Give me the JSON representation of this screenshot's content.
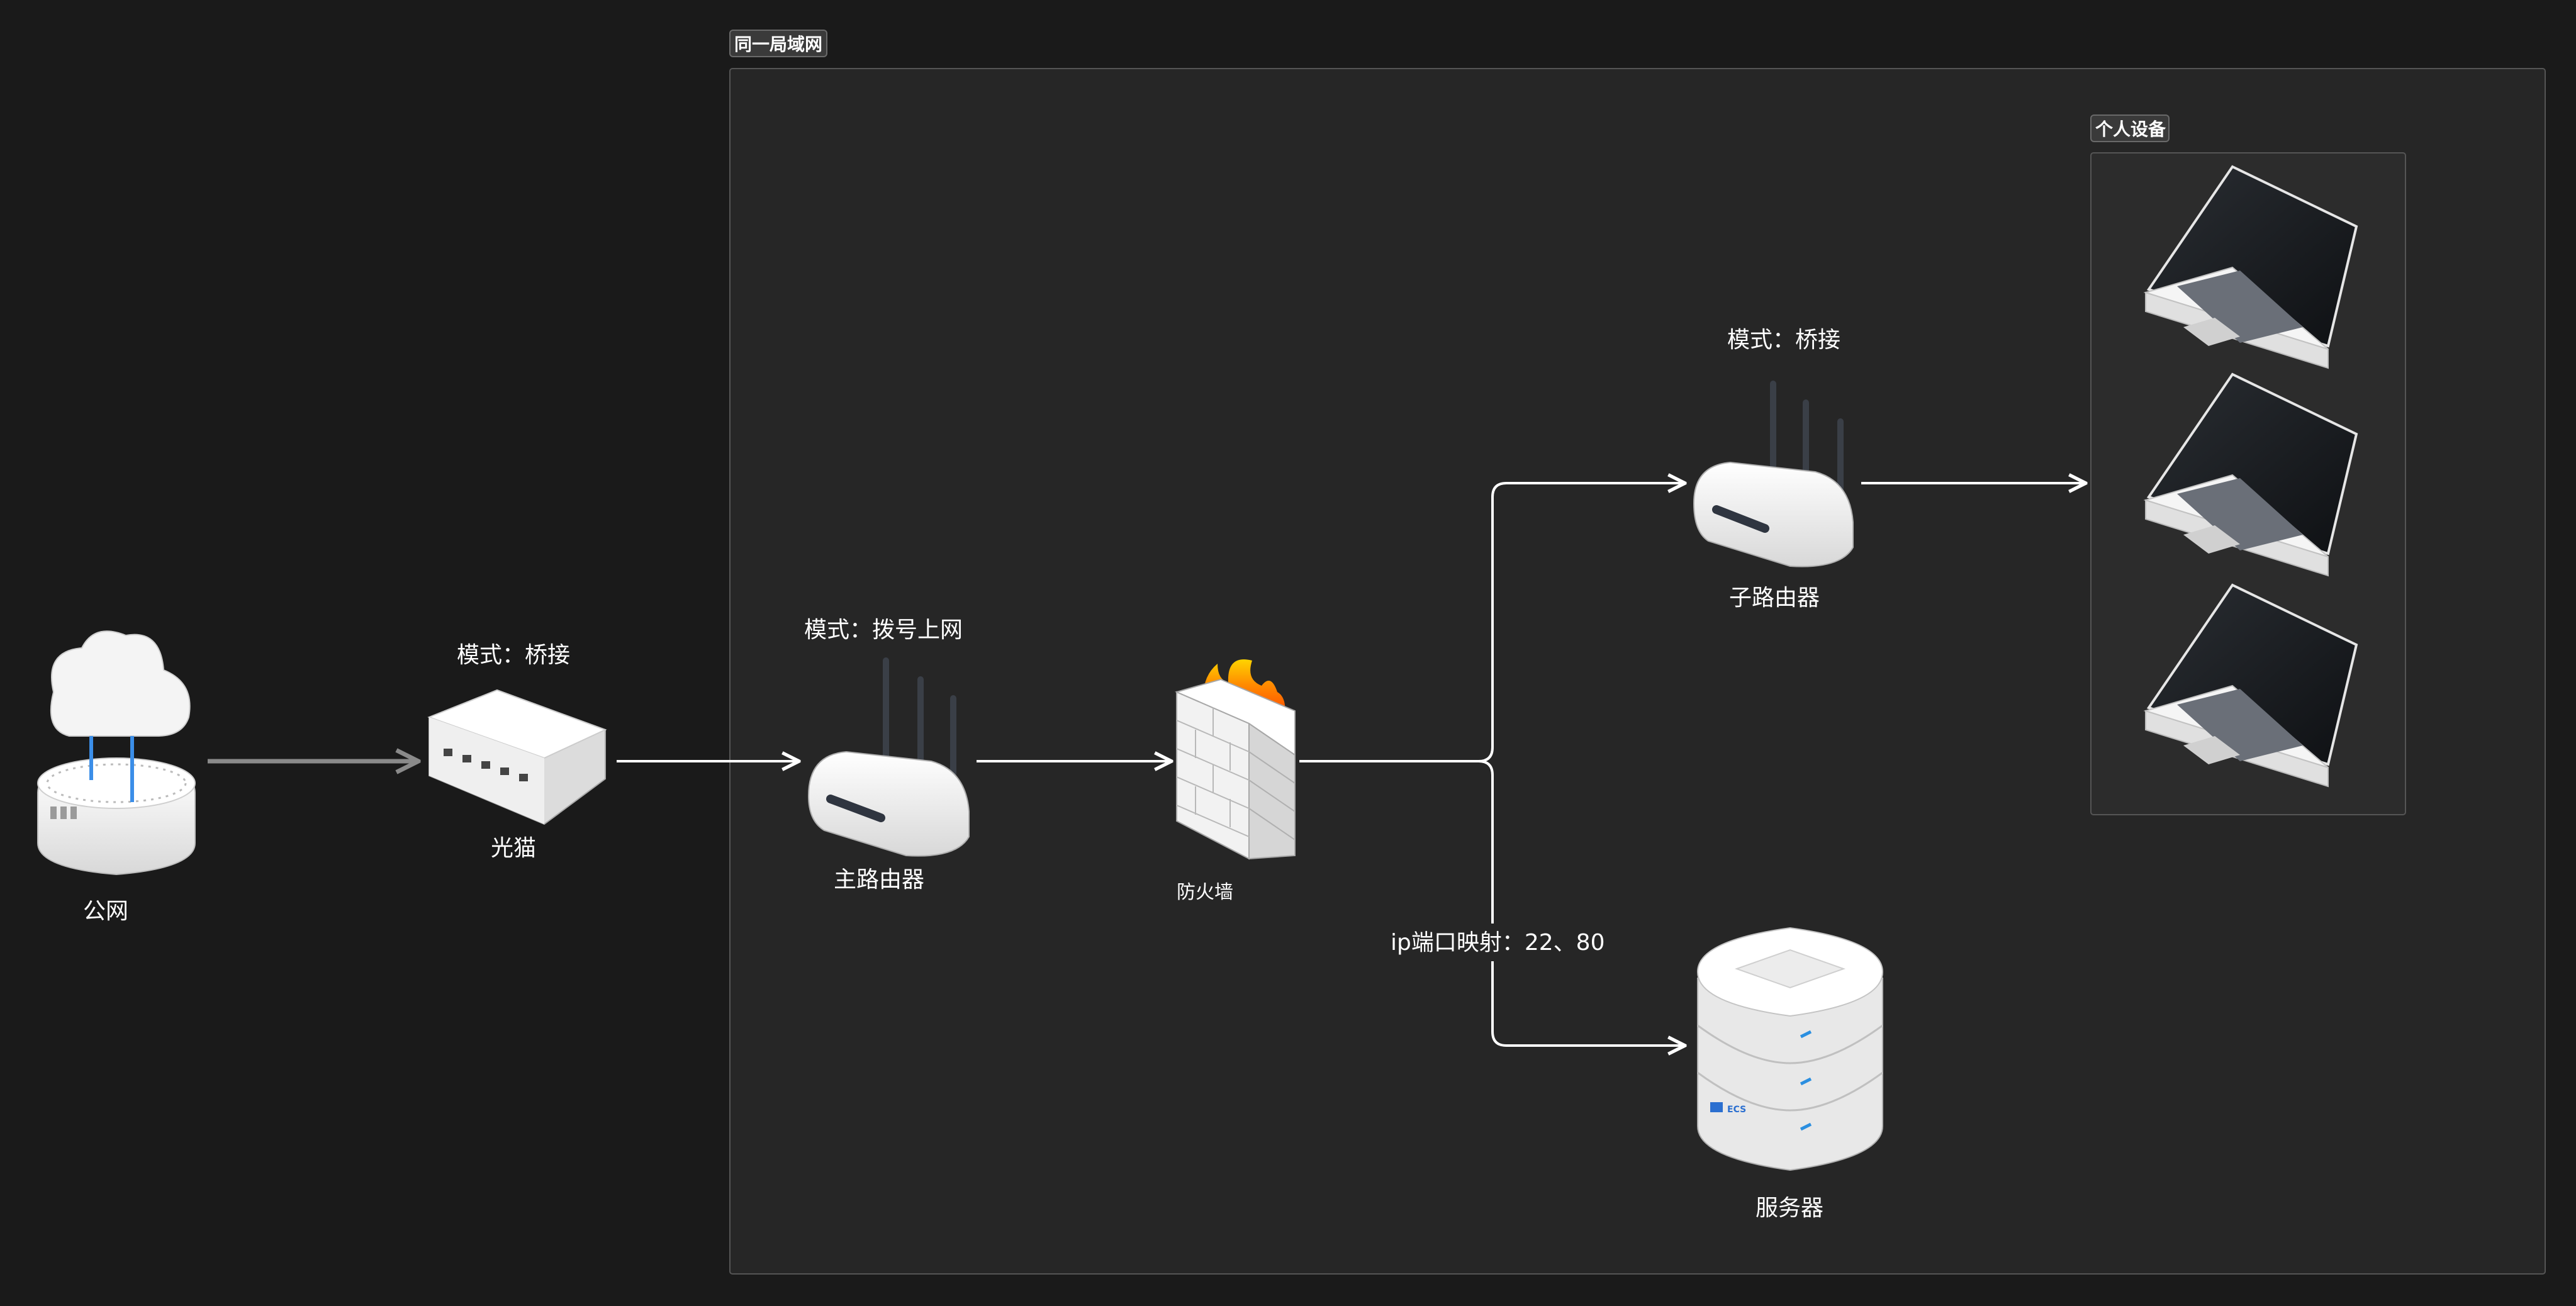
{
  "groups": {
    "lan": "同一局域网",
    "personal": "个人设备"
  },
  "nodes": {
    "internet": {
      "label": "公网"
    },
    "modem": {
      "label": "光猫",
      "mode": "模式：桥接"
    },
    "main_router": {
      "label": "主路由器",
      "mode": "模式：拨号上网"
    },
    "firewall": {
      "label": "防火墙"
    },
    "sub_router": {
      "label": "子路由器",
      "mode": "模式：桥接"
    },
    "server": {
      "label": "服务器",
      "badge": "ECS"
    }
  },
  "edges": {
    "port_mapping": "ip端口映射：22、80"
  },
  "colors": {
    "background": "#1a1a1a",
    "lan_fill": "#262626",
    "lan_border": "#555555",
    "device_white": "#f2f2f2",
    "accent_blue": "#2b8fe0",
    "flame_orange": "#ff8a00"
  }
}
